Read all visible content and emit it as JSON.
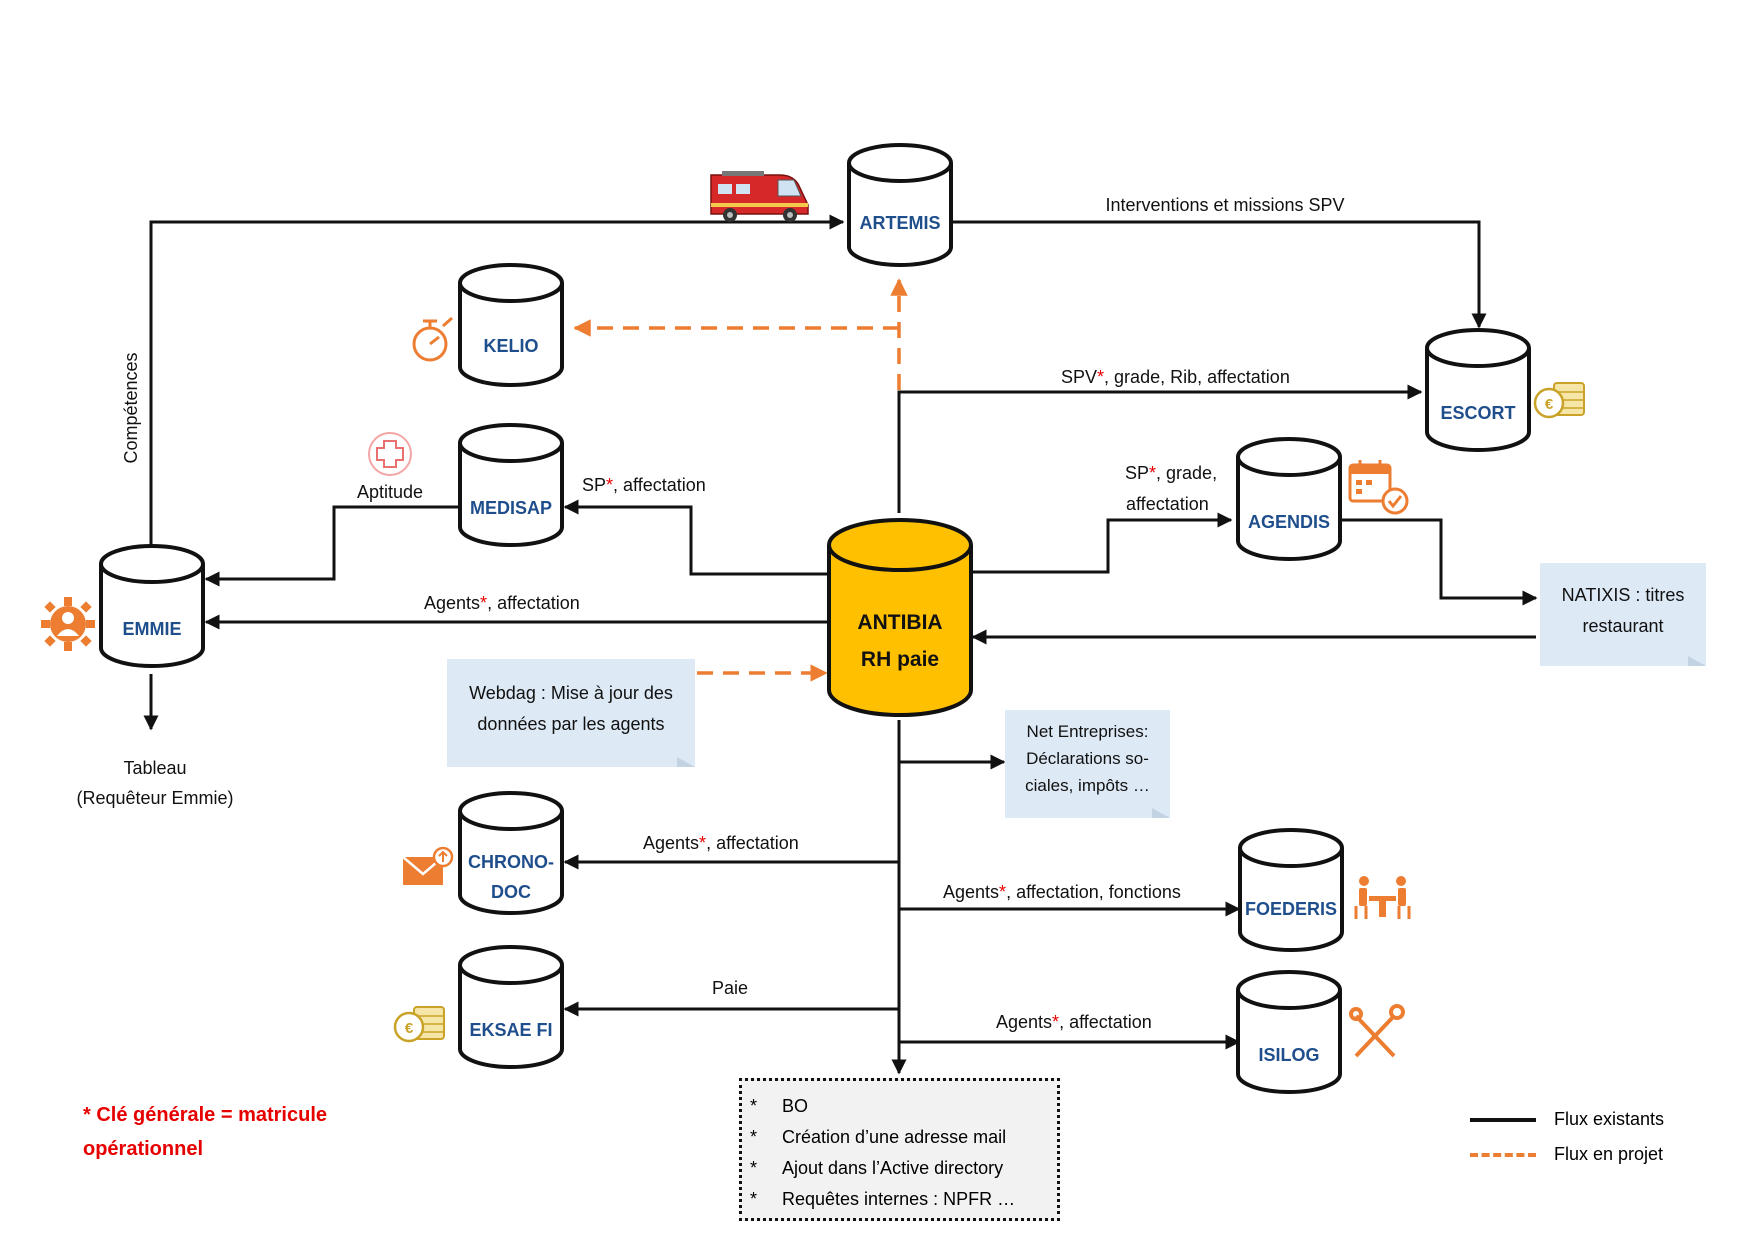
{
  "systems": {
    "artemis": "ARTEMIS",
    "kelio": "KELIO",
    "escort": "ESCORT",
    "medisap": "MEDISAP",
    "agendis": "AGENDIS",
    "emmie": "EMMIE",
    "antibia_line1": "ANTIBIA",
    "antibia_line2": "RH paie",
    "chronodoc_line1": "CHRONO-",
    "chronodoc_line2": "DOC",
    "foederis": "FOEDERIS",
    "eksae": "EKSAE FI",
    "isilog": "ISILOG"
  },
  "flows": {
    "interventions": "Interventions et missions SPV",
    "competences": "Compétences",
    "spv_pre": "SPV",
    "spv_post": ", grade, Rib, affectation",
    "sp_affect_pre": "SP",
    "sp_affect_post": ", affectation",
    "aptitude": "Aptitude",
    "sp_grade_pre": "SP",
    "sp_grade_post": ", grade,",
    "sp_grade_line2": "affectation",
    "agents_emmie_pre": "Agents",
    "agents_emmie_post": ", affectation",
    "agents_chrono_pre": "Agents",
    "agents_chrono_post": ", affectation",
    "agents_foederis_pre": "Agents",
    "agents_foederis_post": ", affectation, fonctions",
    "paie": "Paie",
    "agents_isilog_pre": "Agents",
    "agents_isilog_post": ", affectation",
    "asterisk": "*"
  },
  "notes": {
    "natixis_line1": "NATIXIS : titres",
    "natixis_line2": "restaurant",
    "webdag_line1": "Webdag : Mise à jour des",
    "webdag_line2": "données par les agents",
    "netent_line1": "Net Entreprises:",
    "netent_line2": "Déclarations so-",
    "netent_line3": "ciales, impôts …",
    "tableau_line1": "Tableau",
    "tableau_line2": "(Requêteur Emmie)"
  },
  "bo_list": {
    "bullet": "*",
    "items": [
      "BO",
      "Création d’une adresse mail",
      "Ajout dans l’Active directory",
      "Requêtes internes : NPFR …"
    ]
  },
  "key_note": {
    "line1": "* Clé générale = matricule",
    "line2": "opérationnel"
  },
  "legend": {
    "existing": "Flux existants",
    "planned": "Flux en projet"
  },
  "colors": {
    "line": "#111111",
    "planned": "#ed7d31",
    "main_db": "#ffc000",
    "system_name": "#1f4e8c",
    "note_bg": "#dde9f5",
    "key_red": "#e60000",
    "icon_orange": "#ed7d31",
    "icon_gold": "#c9a227"
  }
}
